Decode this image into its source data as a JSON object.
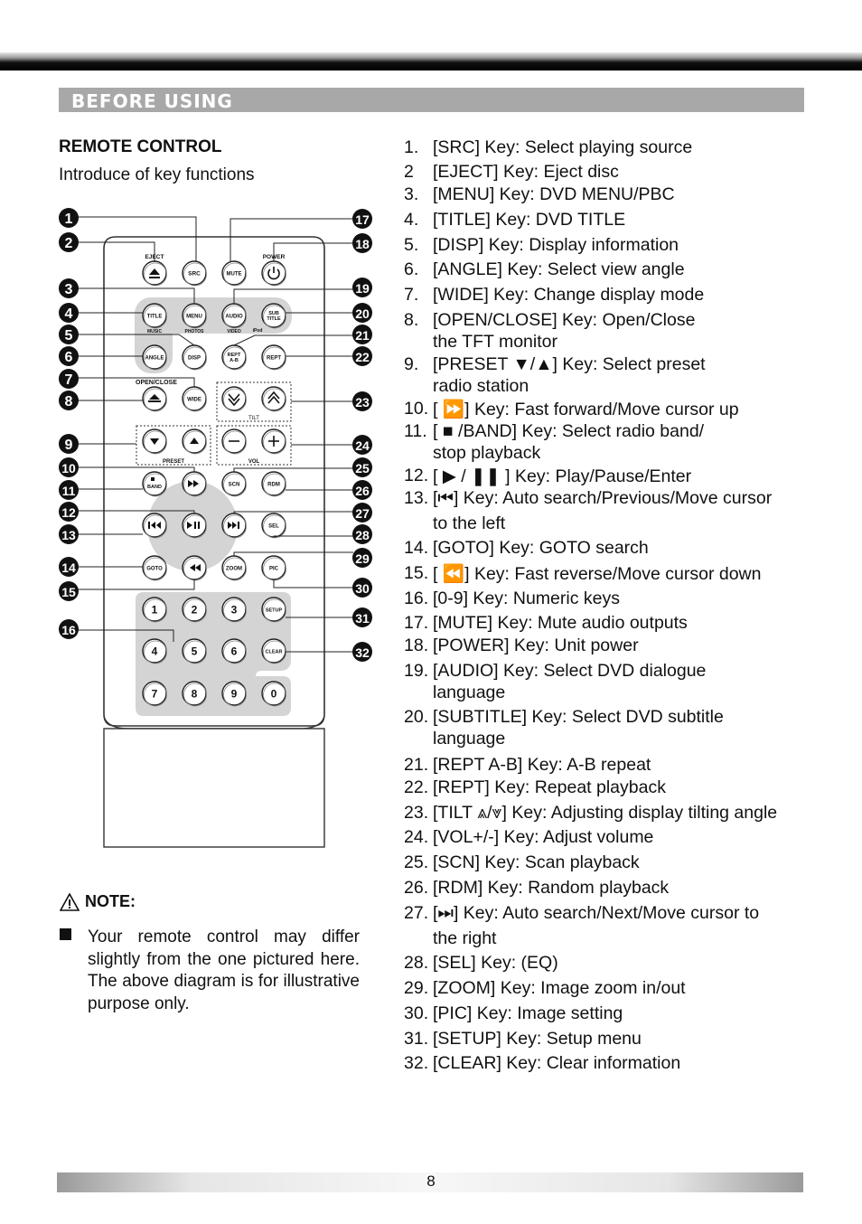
{
  "section_title": "BEFORE USING",
  "remote": {
    "title": "REMOTE CONTROL",
    "intro": "Introduce of key functions",
    "labels": {
      "eject": "EJECT",
      "power": "POWER",
      "src": "SRC",
      "mute": "MUTE",
      "title": "TITLE",
      "menu": "MENU",
      "audio": "AUDIO",
      "sub": "SUB",
      "subtitle": "TITLE",
      "music": "MUSIC",
      "photos": "PHOTOS",
      "video": "VIDEO",
      "ipod": "iPod",
      "angle": "ANGLE",
      "disp": "DISP",
      "rept_ab": "REPT",
      "ab": "A-B",
      "rept": "REPT",
      "open_close": "OPEN/CLOSE",
      "wide": "WIDE",
      "tilt": "TILT",
      "preset": "PRESET",
      "vol": "VOL",
      "band": "BAND",
      "scn": "SCN",
      "rdm": "RDM",
      "sel": "SEL",
      "goto": "GOTO",
      "zoom": "ZOOM",
      "pic": "PIC",
      "setup": "SETUP",
      "clear": "CLEAR",
      "digits": [
        "1",
        "2",
        "3",
        "4",
        "5",
        "6",
        "7",
        "8",
        "9",
        "0"
      ]
    },
    "callouts": [
      "1",
      "2",
      "3",
      "4",
      "5",
      "6",
      "7",
      "8",
      "9",
      "10",
      "11",
      "12",
      "13",
      "14",
      "15",
      "16",
      "17",
      "18",
      "19",
      "20",
      "21",
      "22",
      "23",
      "24",
      "25",
      "26",
      "27",
      "28",
      "29",
      "30",
      "31",
      "32"
    ]
  },
  "note": {
    "heading": "NOTE:",
    "text": "Your remote control may differ slightly from the one pictured here. The above diagram is for illustrative purpose only."
  },
  "keys": [
    {
      "num": "1.",
      "text": "[SRC] Key: Select playing source"
    },
    {
      "num": "2",
      "text": "[EJECT] Key: Eject disc"
    },
    {
      "num": "3.",
      "text": "[MENU] Key: DVD MENU/PBC"
    },
    {
      "num": "4.",
      "text": "[TITLE] Key: DVD TITLE"
    },
    {
      "num": "5.",
      "text": "[DISP] Key: Display information"
    },
    {
      "num": "6.",
      "text": "[ANGLE] Key: Select view angle"
    },
    {
      "num": "7.",
      "text": "[WIDE] Key: Change display mode"
    },
    {
      "num": "8.",
      "text": "[OPEN/CLOSE] Key: Open/Close",
      "cont": "the TFT monitor"
    },
    {
      "num": "9.",
      "text": "[PRESET ▼/▲] Key: Select preset",
      "cont": "radio station"
    },
    {
      "num": "10.",
      "text": "[ ⏩] Key: Fast forward/Move cursor up"
    },
    {
      "num": "11.",
      "text": "[ ■ /BAND] Key: Select radio band/",
      "cont": "stop playback"
    },
    {
      "num": "12.",
      "text": "[ ▶ / ❚❚ ] Key: Play/Pause/Enter"
    },
    {
      "num": "13.",
      "text": "[⏮] Key: Auto search/Previous/Move cursor",
      "cont": "to the left"
    },
    {
      "num": "14.",
      "text": "[GOTO] Key: GOTO search"
    },
    {
      "num": "15.",
      "text": "[ ⏪] Key: Fast reverse/Move cursor down"
    },
    {
      "num": "16.",
      "text": "[0-9] Key: Numeric keys"
    },
    {
      "num": "17.",
      "text": "[MUTE] Key: Mute audio outputs"
    },
    {
      "num": "18.",
      "text": "[POWER] Key: Unit power"
    },
    {
      "num": "19.",
      "text": "[AUDIO] Key: Select DVD dialogue",
      "cont": "language"
    },
    {
      "num": "20.",
      "text": "[SUBTITLE] Key: Select DVD subtitle",
      "cont": "language"
    },
    {
      "num": "21.",
      "text": "[REPT A-B] Key: A-B repeat"
    },
    {
      "num": "22.",
      "text": "[REPT] Key: Repeat playback"
    },
    {
      "num": "23.",
      "text": "[TILT ⩓/⩔] Key: Adjusting display tilting angle"
    },
    {
      "num": "24.",
      "text": "[VOL+/-] Key: Adjust volume"
    },
    {
      "num": "25.",
      "text": "[SCN] Key: Scan playback"
    },
    {
      "num": "26.",
      "text": "[RDM] Key: Random playback"
    },
    {
      "num": "27.",
      "text": "[⏭] Key: Auto search/Next/Move cursor to",
      "cont": "the right"
    },
    {
      "num": "28.",
      "text": "[SEL] Key: (EQ)"
    },
    {
      "num": "29.",
      "text": "[ZOOM] Key: Image zoom in/out"
    },
    {
      "num": "30.",
      "text": "[PIC] Key: Image setting"
    },
    {
      "num": "31.",
      "text": "[SETUP] Key: Setup menu"
    },
    {
      "num": "32.",
      "text": "[CLEAR] Key: Clear information"
    }
  ],
  "page_number": "8"
}
